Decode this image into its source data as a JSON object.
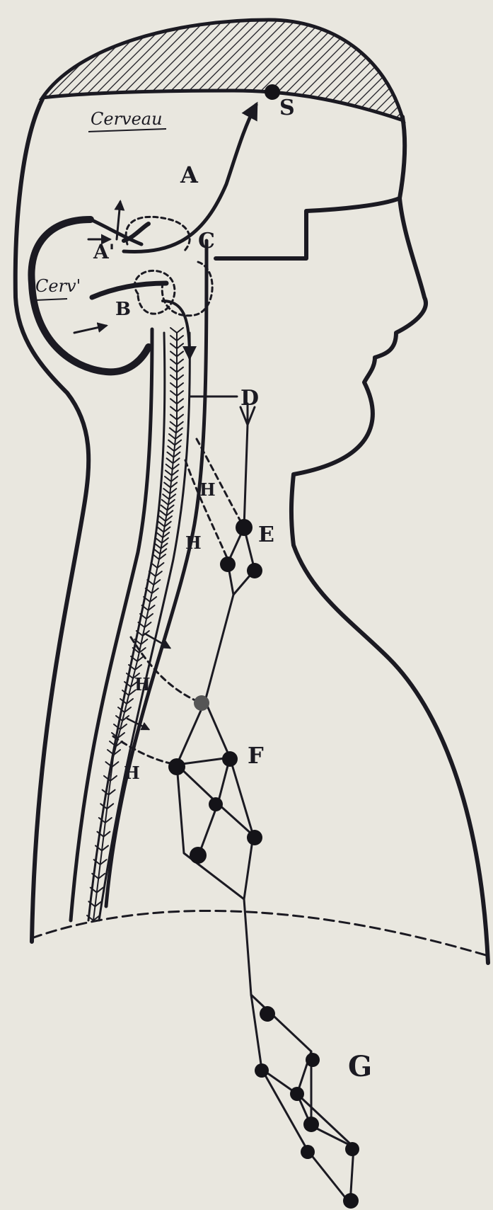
{
  "diagram": {
    "labels": {
      "cerveau": "Cerveau",
      "cervelet": "Cerv'",
      "A_upper": "A",
      "A_lower": "A'",
      "B": "B",
      "C": "C",
      "D": "D",
      "E": "E",
      "F": "F",
      "G": "G",
      "S": "S",
      "H1": "H",
      "H2": "H",
      "H3": "H",
      "H4": "H"
    },
    "colors": {
      "ink": "#1b1a22",
      "paper": "#e9e7df",
      "node": "#141318"
    }
  }
}
